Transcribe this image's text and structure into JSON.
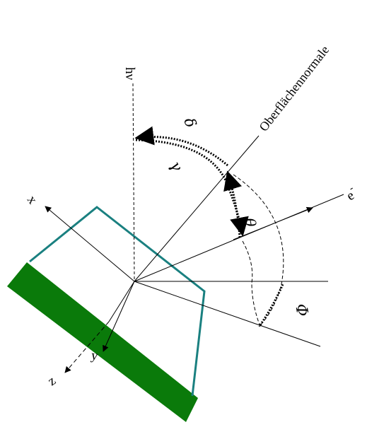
{
  "labels": {
    "hv": "hν",
    "surface_normal": "Oberflächennormale",
    "electron": "e",
    "electron_superscript": "-",
    "delta": "δ",
    "gamma": "γ",
    "theta": "θ",
    "phi": "Φ",
    "axis_x": "x",
    "axis_y": "y",
    "axis_z": "z"
  },
  "colors": {
    "substrate": "#0a7a0a",
    "crystal_outline": "#1a8080",
    "lines": "#000000"
  }
}
